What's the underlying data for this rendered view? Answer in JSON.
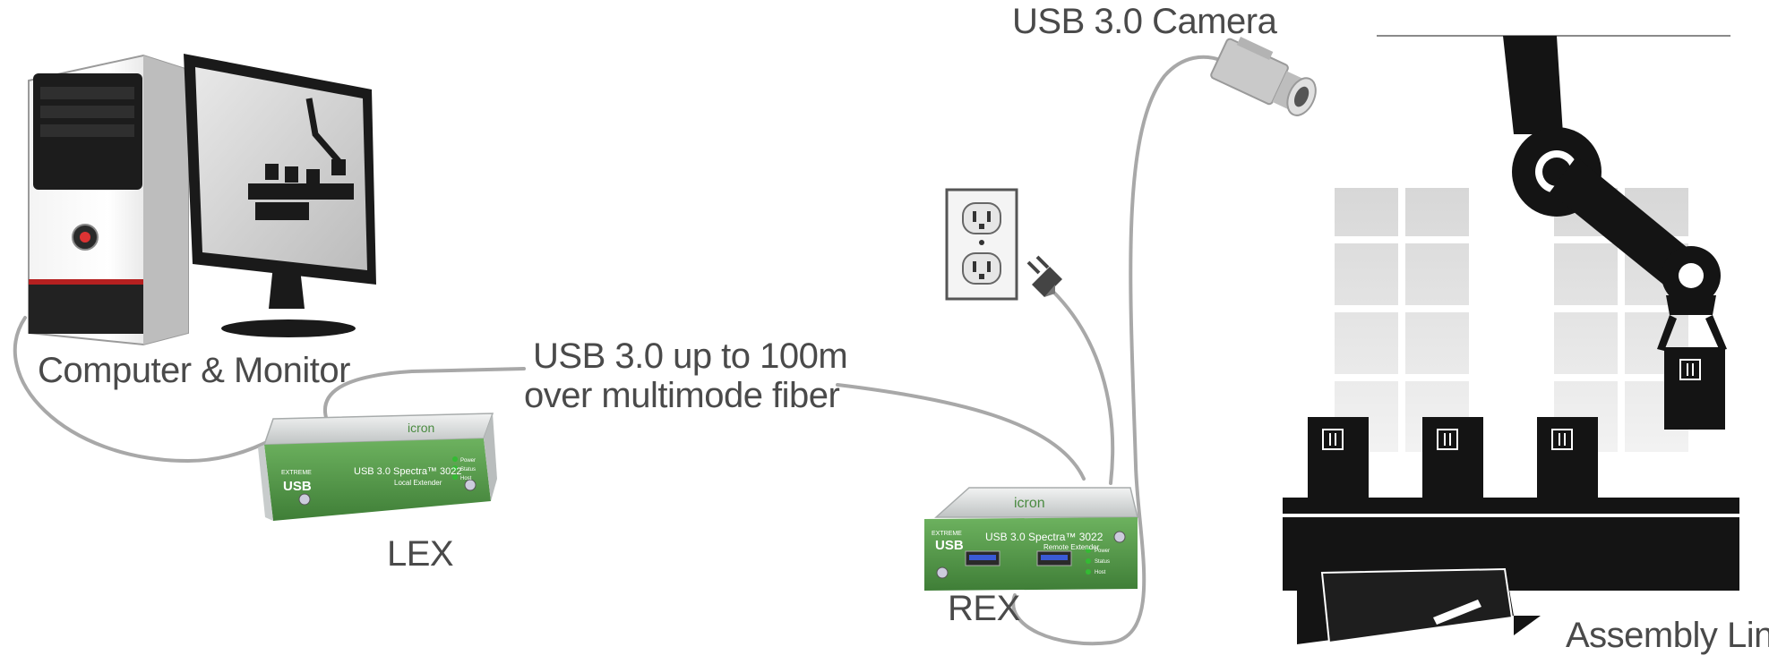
{
  "labels": {
    "camera": "USB 3.0 Camera",
    "computer": "Computer & Monitor",
    "link_line1": "USB 3.0 up to 100m",
    "link_line2": "over multimode fiber",
    "lex": "LEX",
    "rex": "REX",
    "assembly": "Assembly Line"
  },
  "devices": {
    "brand": "icron",
    "product": "USB 3.0 Spectra™ 3022",
    "lex_sub": "Local Extender",
    "rex_sub": "Remote Extender",
    "badge_top": "EXTREME",
    "badge_bottom": "USB",
    "leds": [
      "Power",
      "Status",
      "Host"
    ]
  },
  "colors": {
    "cable": "#a8a8a8",
    "device_green": "#5a9e4e",
    "device_silver": "#d9dcdc",
    "silhouette": "#141414",
    "label": "#4a4a4a"
  }
}
